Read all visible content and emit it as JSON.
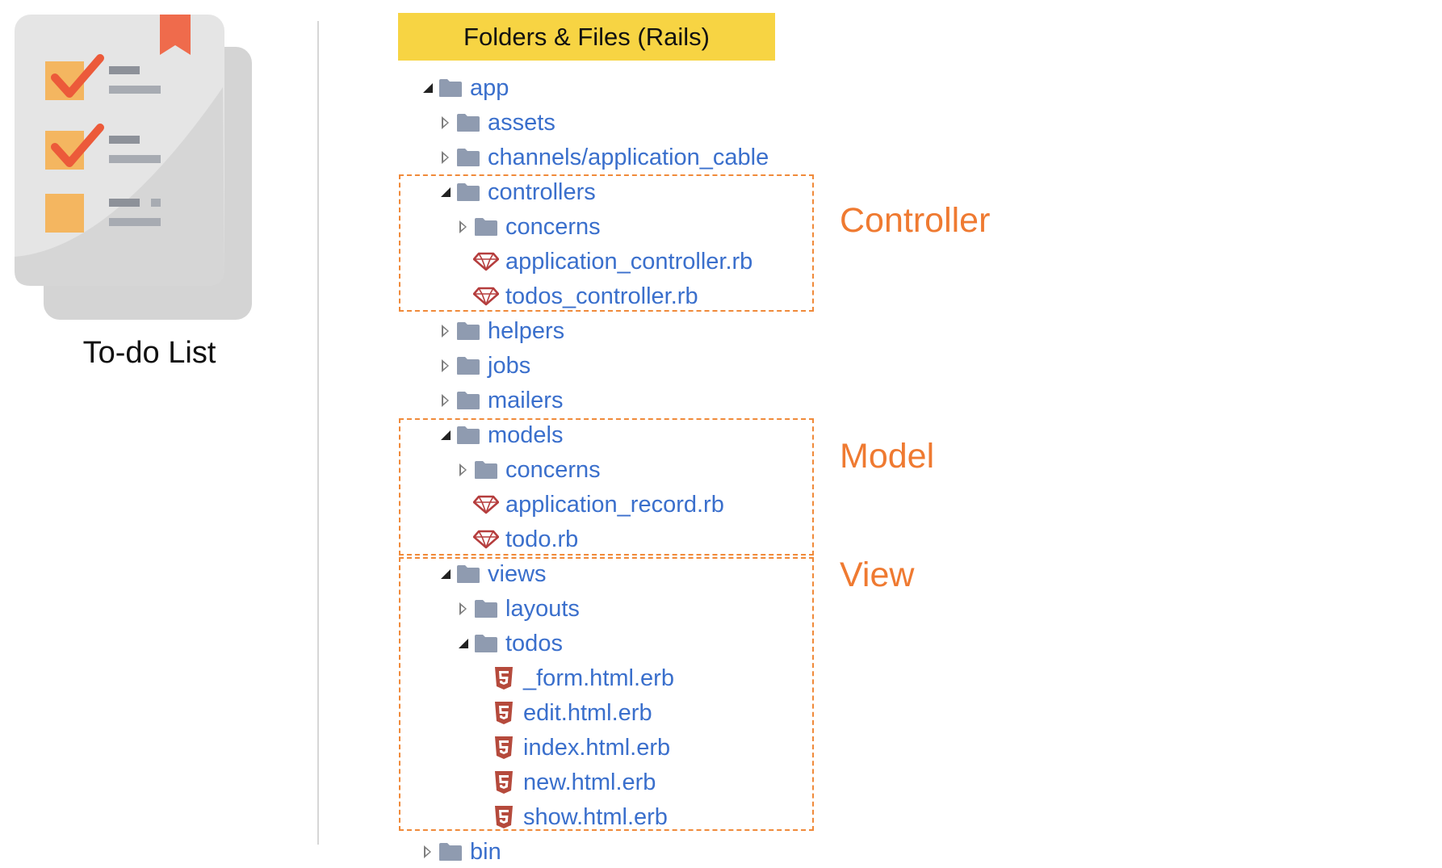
{
  "app": {
    "label": "To-do List",
    "icon": "todo-checklist-icon"
  },
  "tree": {
    "title": "Folders & Files (Rails)",
    "rows": [
      {
        "label": "app",
        "type": "folder",
        "state": "expanded"
      },
      {
        "label": "assets",
        "type": "folder",
        "state": "collapsed"
      },
      {
        "label": "channels/application_cable",
        "type": "folder",
        "state": "collapsed"
      },
      {
        "label": "controllers",
        "type": "folder",
        "state": "expanded"
      },
      {
        "label": "concerns",
        "type": "folder",
        "state": "collapsed"
      },
      {
        "label": "application_controller.rb",
        "type": "ruby-file"
      },
      {
        "label": "todos_controller.rb",
        "type": "ruby-file"
      },
      {
        "label": "helpers",
        "type": "folder",
        "state": "collapsed"
      },
      {
        "label": "jobs",
        "type": "folder",
        "state": "collapsed"
      },
      {
        "label": "mailers",
        "type": "folder",
        "state": "collapsed"
      },
      {
        "label": "models",
        "type": "folder",
        "state": "expanded"
      },
      {
        "label": "concerns",
        "type": "folder",
        "state": "collapsed"
      },
      {
        "label": "application_record.rb",
        "type": "ruby-file"
      },
      {
        "label": "todo.rb",
        "type": "ruby-file"
      },
      {
        "label": "views",
        "type": "folder",
        "state": "expanded"
      },
      {
        "label": "layouts",
        "type": "folder",
        "state": "collapsed"
      },
      {
        "label": "todos",
        "type": "folder",
        "state": "expanded"
      },
      {
        "label": "_form.html.erb",
        "type": "html-file"
      },
      {
        "label": "edit.html.erb",
        "type": "html-file"
      },
      {
        "label": "index.html.erb",
        "type": "html-file"
      },
      {
        "label": "new.html.erb",
        "type": "html-file"
      },
      {
        "label": "show.html.erb",
        "type": "html-file"
      },
      {
        "label": "bin",
        "type": "folder",
        "state": "collapsed"
      }
    ]
  },
  "groups": [
    {
      "label": "Controller"
    },
    {
      "label": "Model"
    },
    {
      "label": "View"
    }
  ],
  "colors": {
    "title_background": "#f7d443",
    "link_text": "#3a6fcc",
    "folder_icon": "#8f9bb0",
    "ruby_icon": "#b53d3d",
    "html5_icon": "#b54a3c",
    "annotation": "#ef7a31"
  }
}
